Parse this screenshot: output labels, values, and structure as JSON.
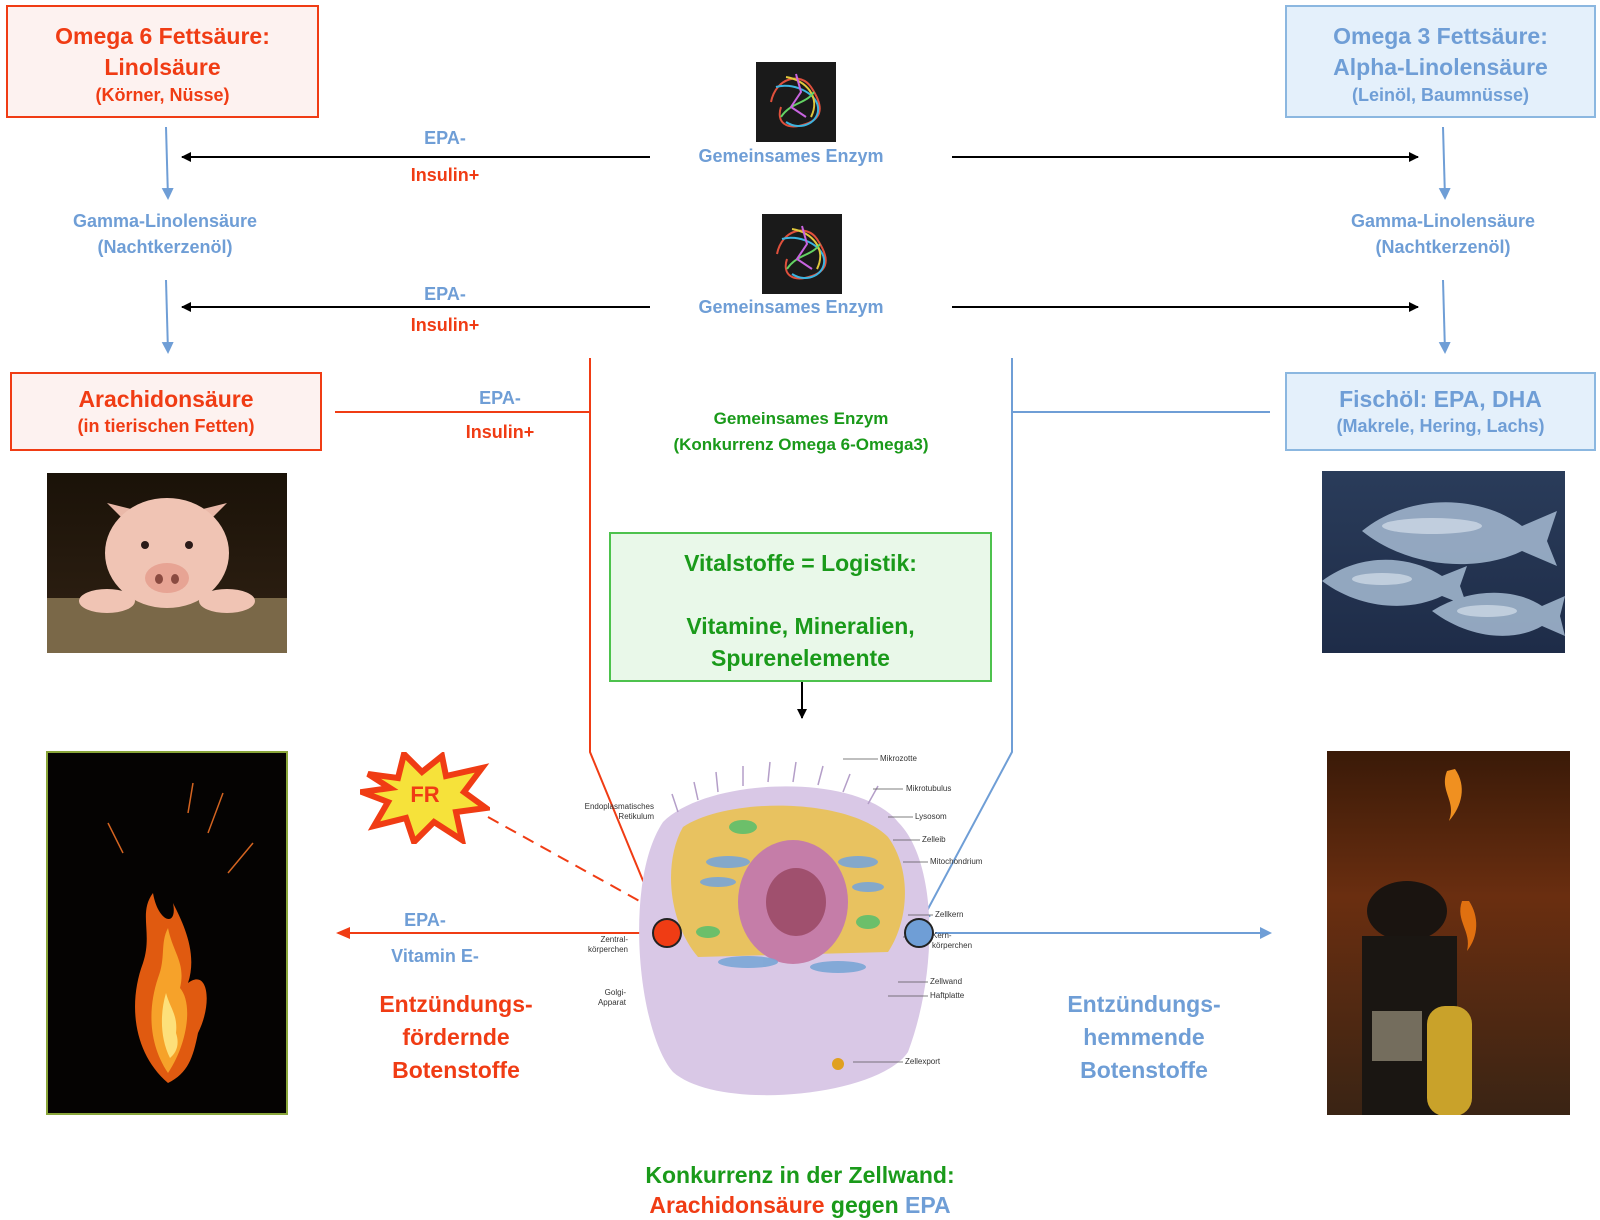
{
  "omega6": {
    "title_line1": "Omega 6 Fettsäure:",
    "title_line2": "Linolsäure",
    "sources": "(Körner, Nüsse)"
  },
  "omega3": {
    "title_line1": "Omega 3 Fettsäure:",
    "title_line2": "Alpha-Linolensäure",
    "sources": "(Leinöl, Baumnüsse)"
  },
  "gla_left": {
    "name": "Gamma-Linolensäure",
    "sources": "(Nachtkerzenöl)"
  },
  "gla_right": {
    "name": "Gamma-Linolensäure",
    "sources": "(Nachtkerzenöl)"
  },
  "arachidon": {
    "title": "Arachidonsäure",
    "sources": "(in tierischen Fetten)"
  },
  "fischoel": {
    "title": "Fischöl: EPA, DHA",
    "sources": "(Makrele, Hering, Lachs)"
  },
  "enzyme1": {
    "label": "Gemeinsames Enzym",
    "epa": "EPA-",
    "insulin": "Insulin+"
  },
  "enzyme2": {
    "label": "Gemeinsames Enzym",
    "epa": "EPA-",
    "insulin": "Insulin+"
  },
  "enzyme3": {
    "label_line1": "Gemeinsames Enzym",
    "label_line2": "(Konkurrenz Omega 6-Omega3)",
    "epa": "EPA-",
    "insulin": "Insulin+"
  },
  "vital": {
    "line1": "Vitalstoffe = Logistik:",
    "line2": "Vitamine, Mineralien,",
    "line3": "Spurenelemente"
  },
  "fr_badge": "FR",
  "left_out": {
    "epa": "EPA-",
    "vitamin": "Vitamin E-",
    "line1": "Entzündungs-",
    "line2": "fördernde",
    "line3": "Botenstoffe"
  },
  "right_out": {
    "line1": "Entzündungs-",
    "line2": "hemmende",
    "line3": "Botenstoffe"
  },
  "cell_labels": {
    "mikrozotte": "Mikrozotte",
    "mikrotubulus": "Mikrotubulus",
    "lysosom": "Lysosom",
    "zelleib": "Zelleib",
    "mitochondrium": "Mitochondrium",
    "zellkern": "Zellkern",
    "kern1": "Kern-",
    "kern2": "körperchen",
    "zellwand": "Zellwand",
    "haftplatte": "Haftplatte",
    "zellexport": "Zellexport",
    "er1": "Endoplasmatisches",
    "er2": "Retikulum",
    "zentral1": "Zentral-",
    "zentral2": "körperchen",
    "golgi1": "Golgi-",
    "golgi2": "Apparat"
  },
  "footer": {
    "line1": "Konkurrenz in der Zellwand:",
    "part_a": "Arachidonsäure",
    "part_b": " gegen ",
    "part_c": "EPA"
  },
  "colors": {
    "omega6": "#f03c14",
    "omega3": "#6f9ed6",
    "green": "#1a9a1a"
  }
}
